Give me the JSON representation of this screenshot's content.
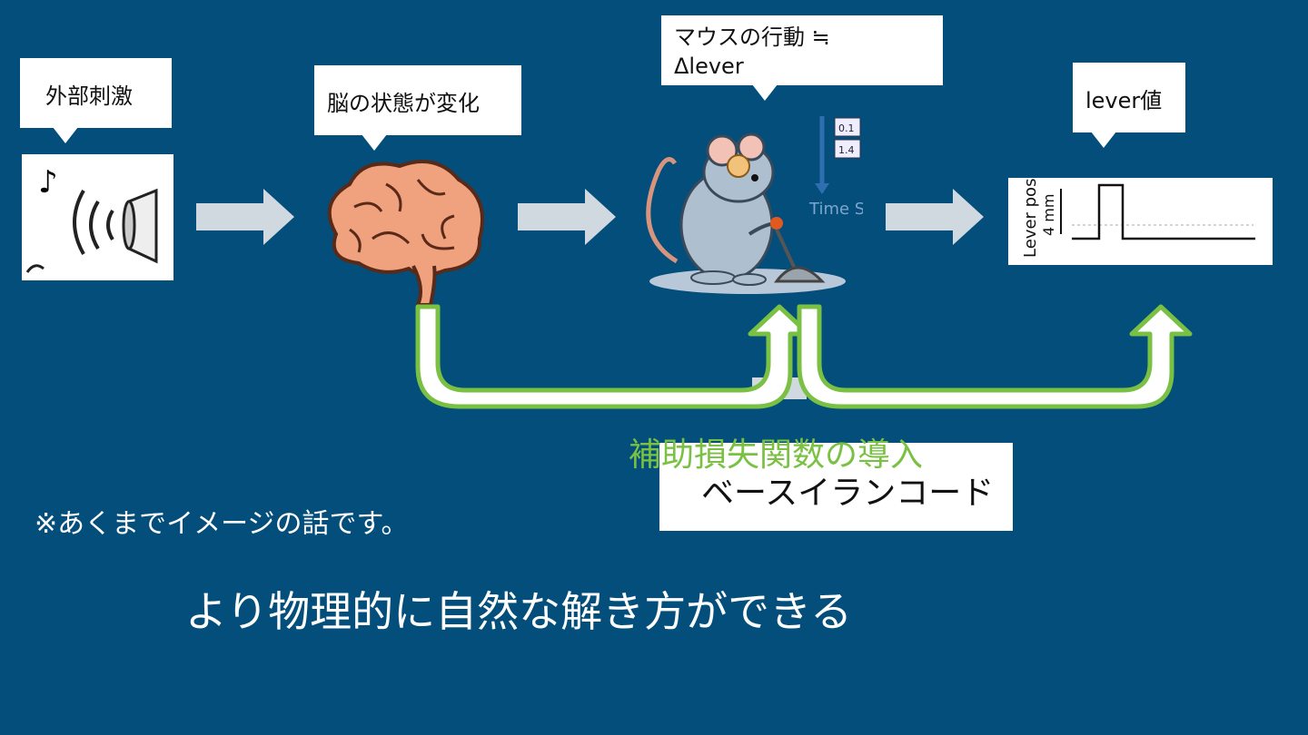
{
  "callouts": {
    "external_stimulus": "外部刺激",
    "brain_state": "脳の状態が変化",
    "mouse_behavior_line1": "マウスの行動 ≒",
    "mouse_behavior_line2": "Δlever",
    "lever_value": "lever値"
  },
  "images": {
    "speaker": "speaker-icon",
    "brain": "brain-icon",
    "mouse": "mouse-pressing-lever-icon",
    "plot_ylabel": "Lever pos",
    "plot_scale": "4 mm",
    "table_values": [
      "0.1",
      "1.4"
    ],
    "time_label": "Time S"
  },
  "auxiliary_loss": "補助損失関数の導入",
  "baseline": "ベースイランコード",
  "note": "※あくまでイメージの話です。",
  "conclusion": "より物理的に自然な解き方ができる",
  "colors": {
    "background": "#034e7b",
    "accent_green": "#7ac143",
    "arrow_gray": "#d0d8e0"
  }
}
